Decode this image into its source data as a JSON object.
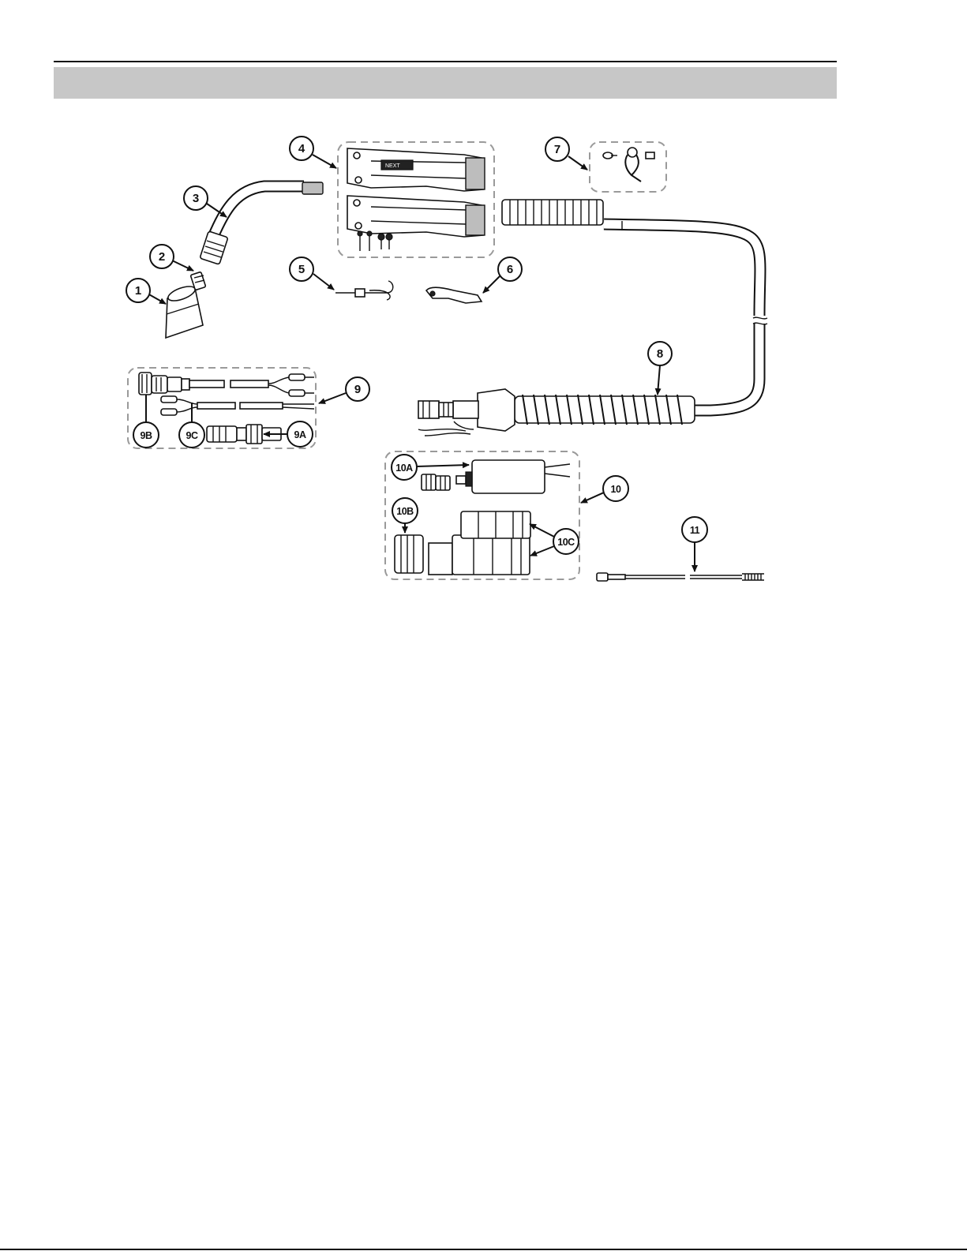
{
  "callouts": {
    "c1": "1",
    "c2": "2",
    "c3": "3",
    "c4": "4",
    "c5": "5",
    "c6": "6",
    "c7": "7",
    "c8": "8",
    "c9": "9",
    "c9a": "9A",
    "c9b": "9B",
    "c9c": "9C",
    "c10": "10",
    "c10a": "10A",
    "c10b": "10B",
    "c10c": "10C",
    "c11": "11"
  },
  "handle_logo": "NEXT",
  "colors": {
    "band": "#c7c7c7",
    "ink": "#111111",
    "group_outline": "#9a9a9a"
  }
}
